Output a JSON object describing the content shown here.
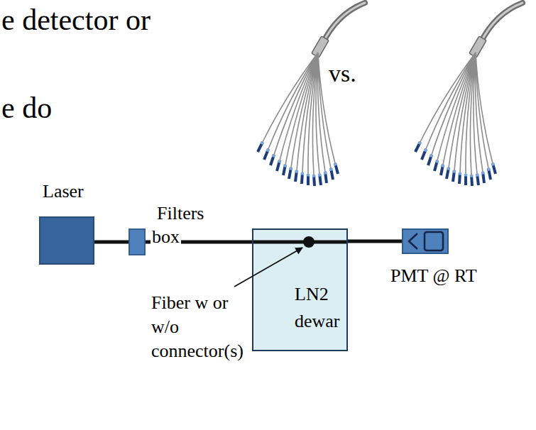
{
  "diagram": {
    "nodes": [
      {
        "text": [
          "Laser"
        ]
      },
      {
        "text": [
          "Filters",
          "box"
        ]
      },
      {
        "text": [
          "LN2 dewar"
        ]
      },
      {
        "text": [
          "PMT @ RT"
        ]
      }
    ],
    "edges": [
      {
        "from": 0,
        "to": 1,
        "arrow": "none"
      },
      {
        "from": 1,
        "to": 2,
        "arrow": "none"
      },
      {
        "from": 2,
        "to": 3,
        "arrow": "none"
      }
    ],
    "labels": [
      "e detector or",
      "e do",
      "vs.",
      "Fiber w or w/o connector(s)"
    ]
  }
}
